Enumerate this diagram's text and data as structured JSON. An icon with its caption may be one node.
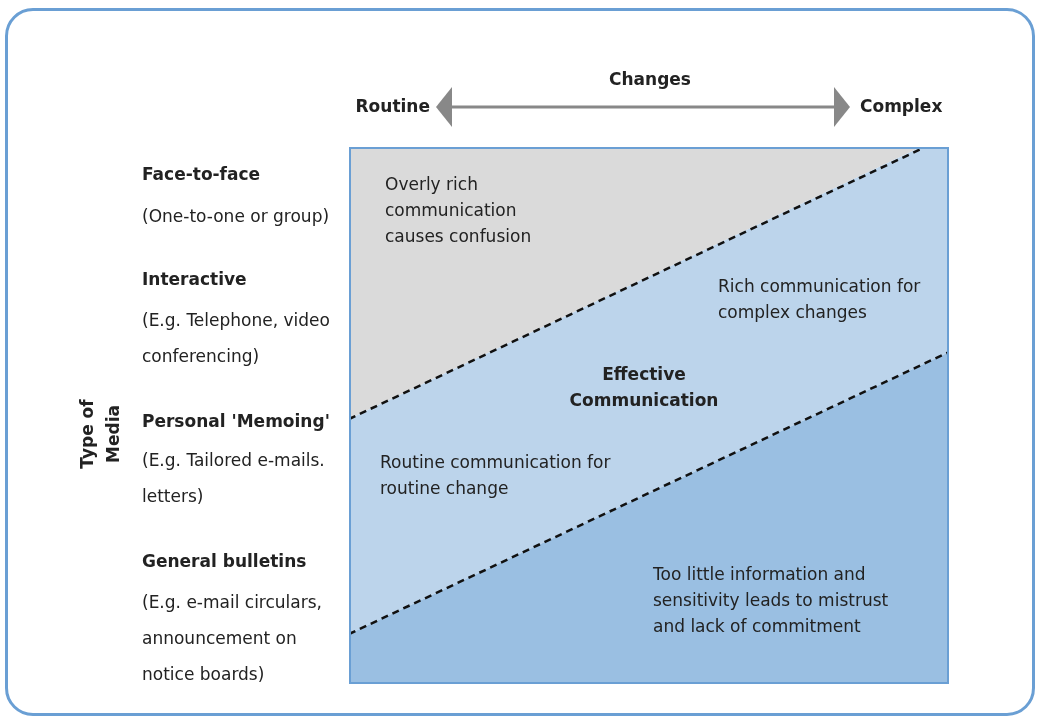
{
  "diagram": {
    "nodes": [
      {
        "text": [
          "Overly rich communication causes confusion"
        ]
      },
      {
        "text": [
          "Effective Communication",
          "Rich communication for complex changes",
          "Routine communication for routine change"
        ]
      },
      {
        "text": [
          "Too little information and sensitivity leads to mistrust and lack of commitment"
        ]
      }
    ],
    "labels": [
      "Changes",
      "Routine",
      "Complex",
      "Face-to-face",
      "(One-to-one or group)",
      "Interactive",
      "(E.g. Telephone, video conferencing)",
      "Type of Media",
      "Personal 'Memoing'",
      "(E.g. Tailored e-mails. letters)",
      "General bulletins",
      "(E.g. e-mail circulars, announcement on notice boards)"
    ]
  }
}
